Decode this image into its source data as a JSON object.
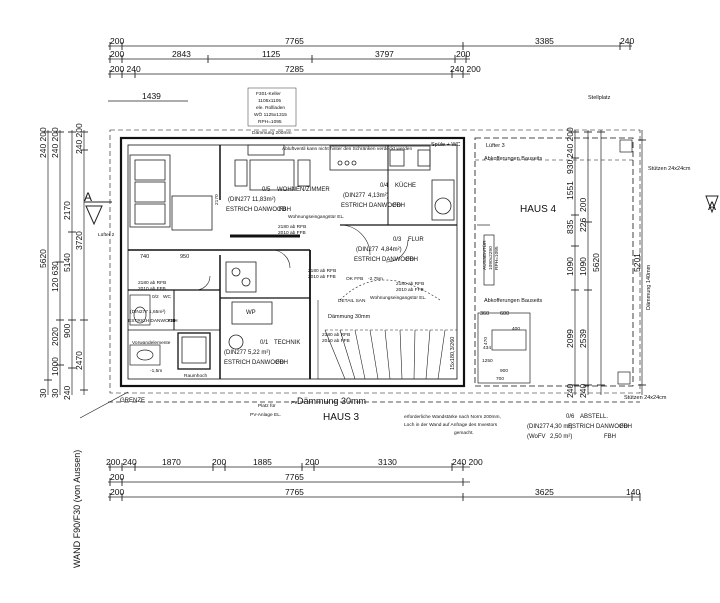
{
  "top_dims": {
    "row1": [
      "200",
      "7765",
      "3385",
      "240"
    ],
    "row2": [
      "200",
      "2843",
      "1125",
      "3797",
      "200"
    ],
    "row3": [
      "200 240",
      "7285",
      "240 200"
    ]
  },
  "bottom_dims": {
    "row1": [
      "200 240",
      "1870",
      "200",
      "1885",
      "200",
      "3130",
      "240 200"
    ],
    "row2": [
      "200",
      "7765"
    ],
    "row3": [
      "200",
      "7765",
      "3625",
      "140"
    ]
  },
  "left_dims": {
    "col1": [
      "5620",
      "30"
    ],
    "col2": [
      "120 630",
      "2020",
      "1000",
      "30"
    ],
    "col3": [
      "2170",
      "5140",
      "900",
      "240"
    ],
    "col4": [
      "240 200",
      "3720",
      "2470"
    ],
    "top": [
      "240 200",
      "240 200"
    ]
  },
  "right_dims": {
    "col1": [
      "240 200",
      "930",
      "1551",
      "835",
      "1090",
      "2099",
      "240"
    ],
    "col2": [
      "200",
      "226",
      "1090",
      "2539",
      "240"
    ],
    "col3": [
      "5620"
    ],
    "col4": [
      "5201",
      "Dämmung 140mm"
    ]
  },
  "labels": {
    "dim_1439": "1439",
    "stellplatz": "Stellplatz",
    "keller": "F301-Keller",
    "keller_l2": "1105x1105",
    "keller_l3": "ele. Rollladen",
    "keller_l4": "WÖ 1125x1315",
    "keller_l5": "RPH=1095",
    "daemmung_top": "Dämmung 200mm",
    "abluft": "Abluftventil kann nicht hinter den Schränken verdeckt werden",
    "spuele": "Spüle + WC",
    "luefter3": "Lüfter 3",
    "aufkofferung1": "Abkofferungen Bauseits",
    "aufkofferung2": "Abkofferungen Bauseits",
    "stuetzen1": "Stützen 24x24cm",
    "stuetzen2": "Stützen 24x24cm",
    "haus4": "HAUS 4",
    "haus3": "HAUS 3",
    "wohnen_id": "0/5",
    "wohnen": "WOHNEN/ZIMMER",
    "wohnen_din": "(DIN277",
    "wohnen_area": "11,83m²)",
    "wohnen_floor": "ESTRICH DANWOOD",
    "wohnen_fbh": "FBH",
    "kueche_id": "0/4",
    "kueche": "KÜCHE",
    "kueche_din": "(DIN277",
    "kueche_area": "4,13m²)",
    "kueche_floor": "ESTRICH DANWOOD",
    "kueche_fbh": "FBH",
    "flur_id": "0/3",
    "flur": "FLUR",
    "flur_din": "(DIN277",
    "flur_area": "4,84m²)",
    "flur_floor": "ESTRICH DANWOOD",
    "flur_fbh": "FBH",
    "wc_id": "0/2",
    "wc": "WC",
    "wc_din": "(DIN277",
    "wc_area": "1,65m²)",
    "wc_floor": "ESTRICH DANWOOD",
    "wc_fbh": "FBH",
    "technik_id": "0/1",
    "technik": "TECHNIK",
    "technik_din": "(DIN277",
    "technik_area": "5,22 m²)",
    "technik_floor": "ESTRICH DANWOOD",
    "technik_fbh": "FBH",
    "abstell_id": "0/6",
    "abstell": "ABSTELL.",
    "abstell_din": "(DIN277",
    "abstell_area": "4,30 m²)",
    "abstell_floor": "ESTRICH DANWOOD",
    "abstell_fbh": "FBH",
    "abstell_wofv": "(WoFV",
    "abstell_wofv_area": "2,50 m²)",
    "wohnungseingang1": "Wohnungseingangstür EL.",
    "wohnungseingang2": "Wohnungseingangstür EL.",
    "ok_ffb": "OK FFB",
    "ok_ffb_val": "-2,75m",
    "detail_san": "DETAIL SAN",
    "daemmung_30": "Dämmung 30mm",
    "daemmung_30b": "Dämmung 30mm",
    "stairs": "15x180,3/260",
    "grenze": "GRENZE",
    "pv_platz": "Platz für",
    "pv_anlage": "PV-Anlage EL.",
    "pv": "PV",
    "wand_note_1": "erforderliche Wandstärke nach Norm 200mm,",
    "wand_note_2": "Loch in der Wand auf Anfrage des Investors",
    "wand_note_3": "gemacht.",
    "wand_f90": "WAND F90/F30 (von Aussen)",
    "rfb_2180_1": "2180 ab RFB",
    "rfb_2010_1": "2010 ab FFB",
    "rfb_2180_2": "2180 ab RFB",
    "rfb_2010_2": "2010 ab FFB",
    "rfb_2180_3": "2180 ab RFB",
    "rfb_2010_3": "2010 ab FFB",
    "rfb_2180_4": "2180 ab RFB",
    "rfb_2010_4": "2010 ab FFB",
    "rfb_2180_5": "2180 ab RFB",
    "rfb_2010_5": "2010 ab FFB",
    "wp": "WP",
    "raumhoch": "Raumhoch",
    "vorwand": "Vorwandelemente",
    "ffb_sub": "-1,5m",
    "luefter2": "Lüfter 2",
    "aussentuer": "AUSSENTÜR",
    "aussentuer_dim": "1090x2290",
    "aussentuer_rph": "RPH=1095",
    "v_2170": "2170",
    "v_740": "740",
    "v_950": "950",
    "v_360": "360",
    "v_600": "600",
    "v_470": "470",
    "v_400": "400",
    "v_434": "434",
    "v_1250": "1250",
    "v_900": "900",
    "v_700": "700"
  }
}
